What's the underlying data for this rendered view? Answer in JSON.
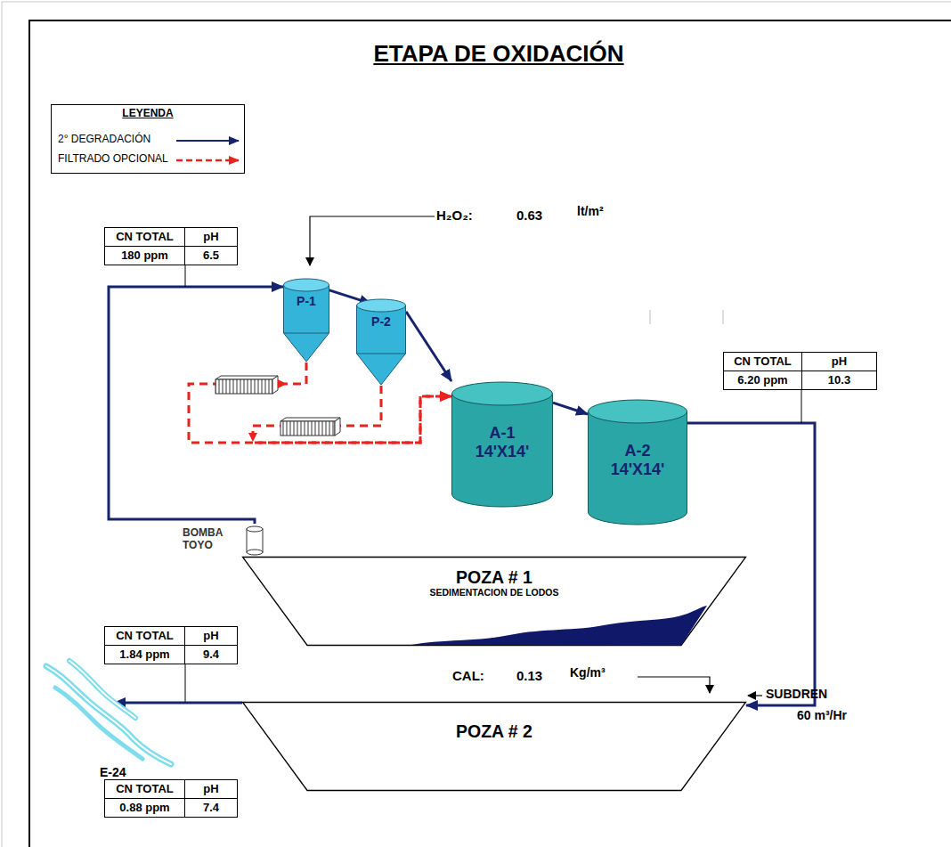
{
  "diagram": {
    "title": "ETAPA DE OXIDACIÓN",
    "nodes": [
      {
        "text": [
          "P-1"
        ]
      },
      {
        "text": [
          "P-2"
        ]
      },
      {
        "text": [
          "A-1",
          "14'X14'"
        ]
      },
      {
        "text": [
          "A-2",
          "14'X14'"
        ]
      },
      {
        "text": [
          "BOMBA TOYO"
        ]
      },
      {
        "text": [
          "POZA # 1",
          "SEDIMENTACION DE LODOS"
        ]
      },
      {
        "text": [
          "POZA # 2"
        ]
      }
    ],
    "edges": [
      {
        "from": 4,
        "to": 0,
        "arrow": "to"
      },
      {
        "from": 0,
        "to": 1,
        "arrow": "to"
      },
      {
        "from": 1,
        "to": 2,
        "arrow": "to"
      },
      {
        "from": 2,
        "to": 3,
        "arrow": "to"
      },
      {
        "from": 3,
        "to": 6,
        "arrow": "to"
      },
      {
        "from": 0,
        "to": 2,
        "arrow": "to"
      },
      {
        "from": 1,
        "to": 2,
        "arrow": "to"
      }
    ],
    "labels": [
      "LEYENDA",
      "H₂O₂:",
      "0.63",
      "lt/m²",
      "CN TOTAL",
      "pH",
      "180 ppm",
      "6.5",
      "CN TOTAL",
      "pH",
      "6.20 ppm",
      "10.3",
      "CN TOTAL",
      "pH",
      "1.84 ppm",
      "9.4",
      "CAL:",
      "0.13",
      "Kg/m³",
      "SUBDREN",
      "60 m³/Hr",
      "E-24",
      "CN TOTAL",
      "pH",
      "0.88 ppm",
      "7.4"
    ],
    "legend": [
      {
        "text": "2° DEGRADACIÓN"
      },
      {
        "text": "FILTRADO OPCIONAL"
      }
    ]
  }
}
